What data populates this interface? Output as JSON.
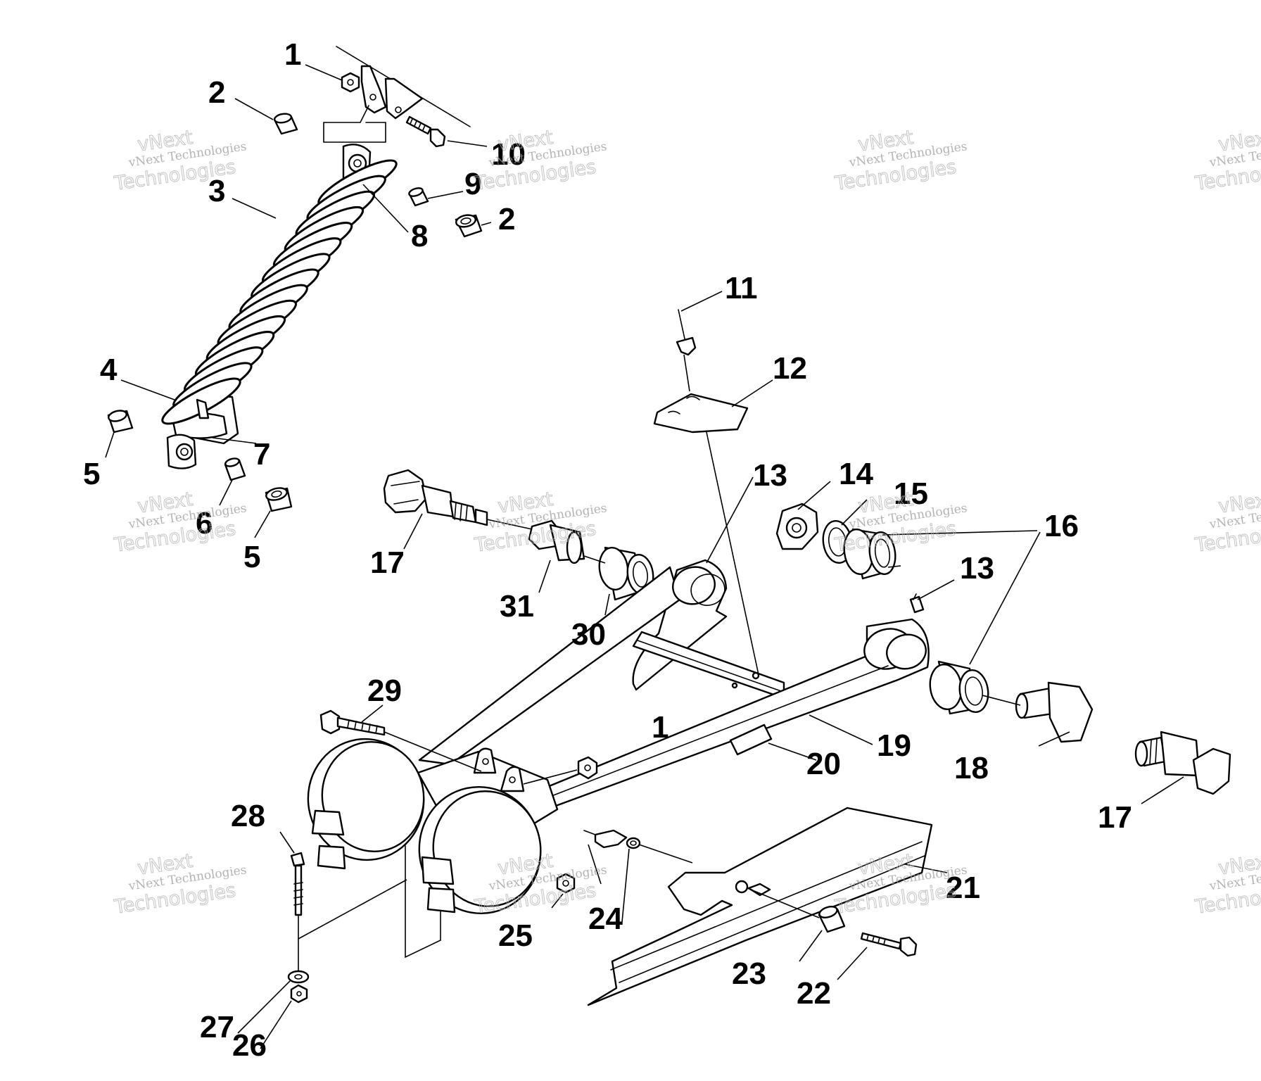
{
  "diagram": {
    "callouts": [
      "1",
      "2",
      "3",
      "4",
      "5",
      "6",
      "7",
      "8",
      "9",
      "10",
      "11",
      "12",
      "13",
      "14",
      "15",
      "16",
      "17",
      "18",
      "19",
      "20",
      "21",
      "22",
      "23",
      "24",
      "25",
      "26",
      "27",
      "28",
      "29",
      "30",
      "31"
    ]
  },
  "watermark": {
    "line1": "vNext Technologies",
    "line2": "vNext",
    "line3": "Technologies"
  }
}
